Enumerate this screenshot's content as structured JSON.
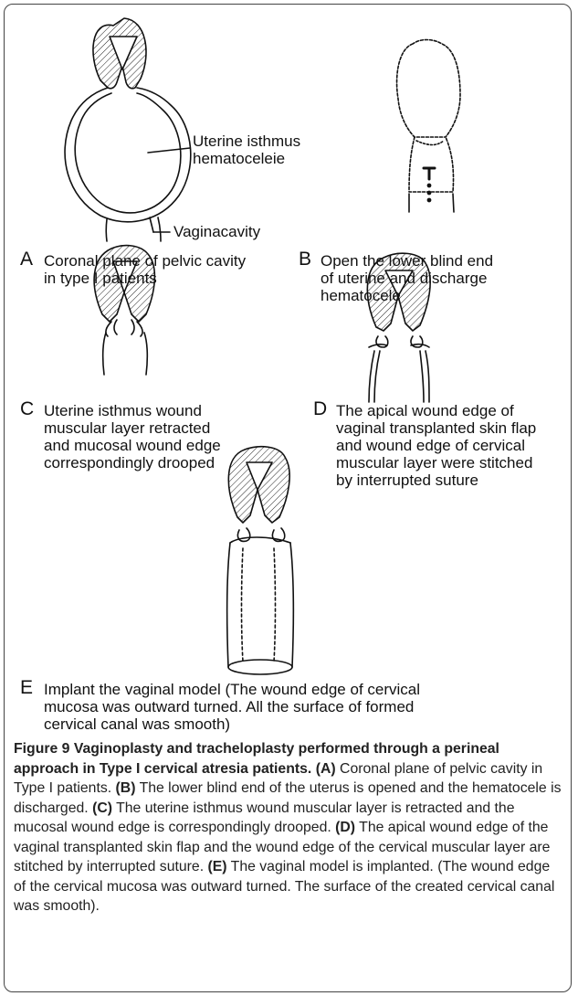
{
  "panels": {
    "a": {
      "letter": "A",
      "text": "Coronal plane of pelvic cavity\nin type I patients",
      "annotation_top": "Uterine isthmus\nhematoceleie",
      "annotation_bottom": "Vaginacavity"
    },
    "b": {
      "letter": "B",
      "text": "Open the lower blind end\nof uterine and discharge\nhematocele"
    },
    "c": {
      "letter": "C",
      "text": "Uterine isthmus wound\nmuscular layer retracted\nand mucosal wound edge\ncorrespondingly drooped"
    },
    "d": {
      "letter": "D",
      "text": "The apical wound edge of\nvaginal transplanted skin flap\nand wound edge of cervical\nmuscular layer were stitched\nby interrupted suture"
    },
    "e": {
      "letter": "E",
      "text": "Implant the vaginal model (The wound edge of cervical\nmucosa was outward turned. All the surface of formed\ncervical canal was smooth)"
    }
  },
  "caption": {
    "title": "Figure 9 Vaginoplasty and tracheloplasty performed through a perineal approach in Type I cervical atresia patients.",
    "a_tag": "(A)",
    "a_text": " Coronal plane of pelvic cavity in Type I patients. ",
    "b_tag": "(B)",
    "b_text": " The lower blind end of the uterus is opened and the hematocele is discharged. ",
    "c_tag": "(C)",
    "c_text": " The uterine isthmus wound muscular layer is retracted and the mucosal wound edge is correspondingly drooped. ",
    "d_tag": "(D)",
    "d_text": " The apical wound edge of the vaginal transplanted skin flap and the wound edge of the cervical muscular layer are stitched by interrupted suture. ",
    "e_tag": "(E)",
    "e_text": " The vaginal model is implanted. (The wound edge of the cervical mucosa was outward turned. The surface of the created cervical canal was smooth)."
  }
}
